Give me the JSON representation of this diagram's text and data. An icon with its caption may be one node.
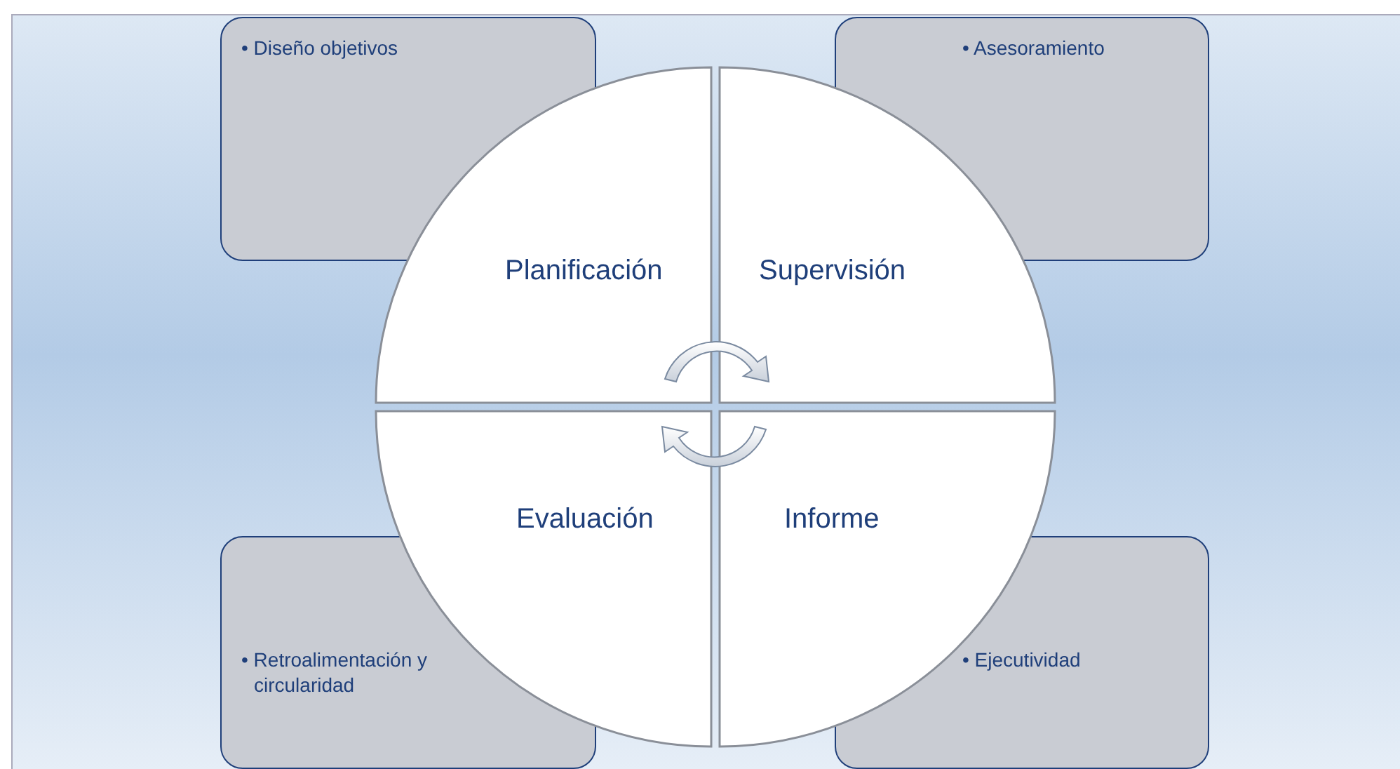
{
  "diagram": {
    "nodes": [
      {
        "text": [
          "• Diseño objetivos"
        ]
      },
      {
        "text": [
          "• Asesoramiento"
        ]
      },
      {
        "text": [
          "Planificación"
        ]
      },
      {
        "text": [
          "Supervisión"
        ]
      },
      {
        "text": [
          "Evaluación"
        ]
      },
      {
        "text": [
          "Informe"
        ]
      },
      {
        "text": [
          "• Retroalimentación y circularidad"
        ]
      },
      {
        "text": [
          "• Ejecutividad"
        ]
      }
    ]
  }
}
